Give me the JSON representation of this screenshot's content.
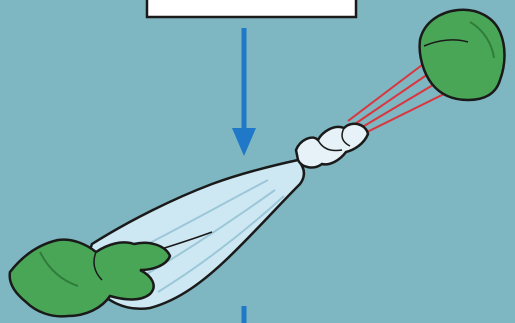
{
  "diagram": {
    "background_color": "#7eb6c1",
    "top_box": {
      "label": ""
    },
    "elements": [
      {
        "name": "downward-arrow",
        "color": "#1f78c8"
      },
      {
        "name": "knotted-bag",
        "color": "#cde8f2"
      },
      {
        "name": "right-hand-glove",
        "color": "#4aa657"
      },
      {
        "name": "left-hand-glove",
        "color": "#4aa657"
      },
      {
        "name": "string-lines",
        "color": "#d9363e"
      },
      {
        "name": "bottom-arrow-stub",
        "color": "#1f78c8"
      }
    ]
  }
}
